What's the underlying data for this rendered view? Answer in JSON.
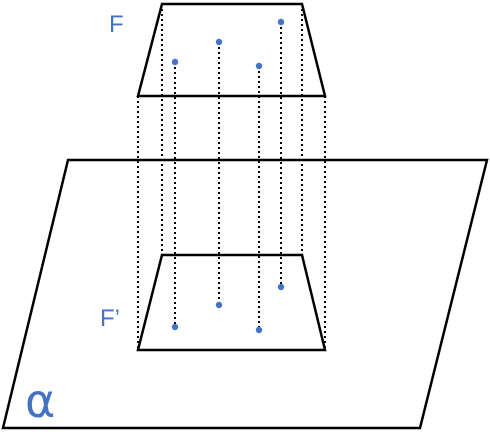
{
  "labels": {
    "figure": "F",
    "projection": "F’",
    "plane": "α"
  },
  "colors": {
    "label": "#4472c4",
    "point": "#4472c4",
    "stroke": "#000000"
  }
}
